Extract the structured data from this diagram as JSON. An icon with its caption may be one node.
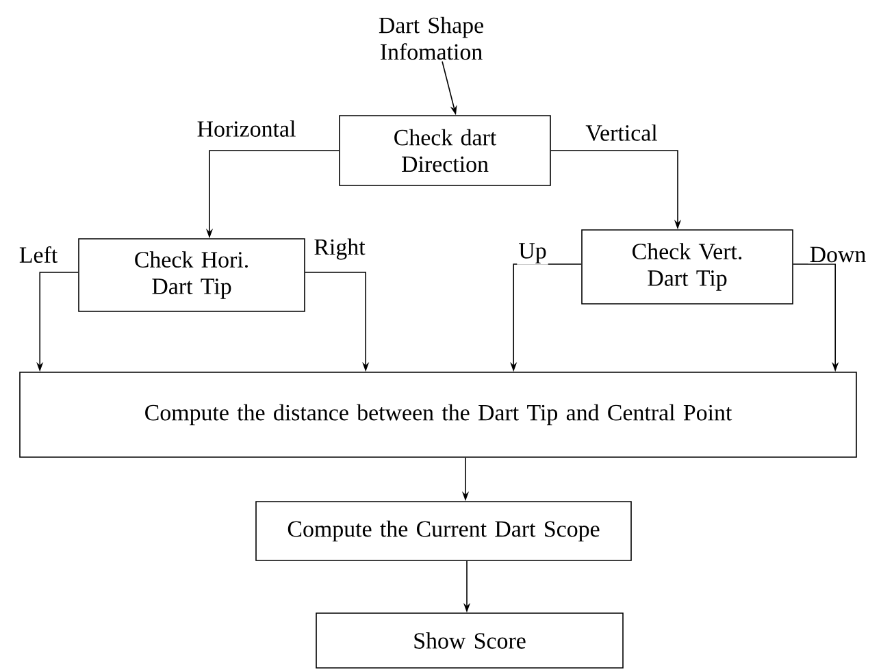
{
  "diagram": {
    "nodes": [
      {
        "text": [
          "Dart Shape Infomation"
        ]
      },
      {
        "text": [
          "Check dart Direction"
        ]
      },
      {
        "text": [
          "Check Hori. Dart Tip"
        ]
      },
      {
        "text": [
          "Check Vert. Dart Tip"
        ]
      },
      {
        "text": [
          "Compute the distance between the Dart Tip and Central Point"
        ]
      },
      {
        "text": [
          "Compute the Current Dart Scope"
        ]
      },
      {
        "text": [
          "Show Score"
        ]
      }
    ],
    "edges": [
      {
        "from": 0,
        "to": 1,
        "arrow": "to"
      },
      {
        "from": 1,
        "to": 2,
        "arrow": "to",
        "label": "Horizontal"
      },
      {
        "from": 1,
        "to": 3,
        "arrow": "to",
        "label": "Vertical"
      },
      {
        "from": 2,
        "to": 4,
        "arrow": "to",
        "label": "Left"
      },
      {
        "from": 2,
        "to": 4,
        "arrow": "to",
        "label": "Right"
      },
      {
        "from": 3,
        "to": 4,
        "arrow": "to",
        "label": "Up"
      },
      {
        "from": 3,
        "to": 4,
        "arrow": "to",
        "label": "Down"
      },
      {
        "from": 4,
        "to": 5,
        "arrow": "to"
      },
      {
        "from": 5,
        "to": 6,
        "arrow": "to"
      }
    ]
  }
}
